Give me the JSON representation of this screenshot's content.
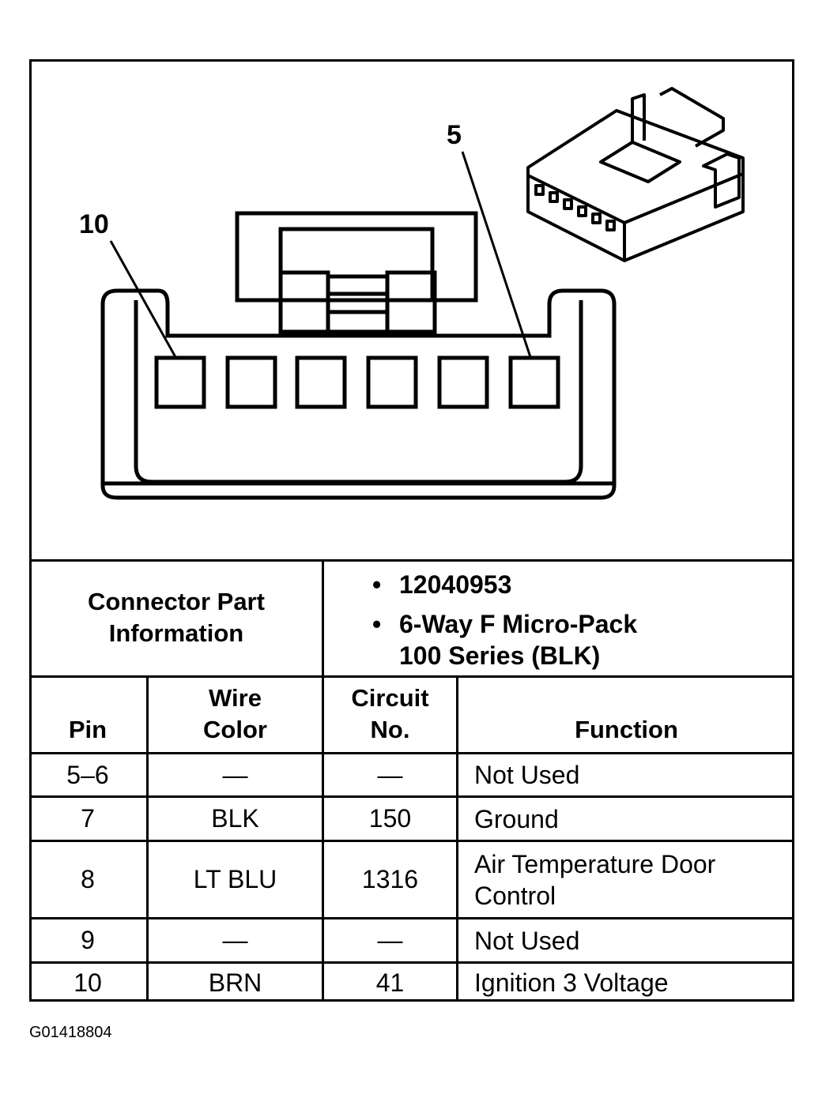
{
  "callouts": {
    "pin_left": "10",
    "pin_right": "5"
  },
  "part_info": {
    "label_line1": "Connector Part",
    "label_line2": "Information",
    "items": [
      "12040953",
      "6-Way F Micro-Pack",
      "100 Series (BLK)"
    ]
  },
  "table": {
    "headers": {
      "pin": "Pin",
      "wire_color_1": "Wire",
      "wire_color_2": "Color",
      "circuit_1": "Circuit",
      "circuit_2": "No.",
      "function": "Function"
    },
    "rows": [
      {
        "pin": "5–6",
        "wire": "—",
        "circuit": "—",
        "function": "Not Used"
      },
      {
        "pin": "7",
        "wire": "BLK",
        "circuit": "150",
        "function": "Ground"
      },
      {
        "pin": "8",
        "wire": "LT BLU",
        "circuit": "1316",
        "function_1": "Air Temperature Door",
        "function_2": "Control"
      },
      {
        "pin": "9",
        "wire": "—",
        "circuit": "—",
        "function": "Not Used"
      },
      {
        "pin": "10",
        "wire": "BRN",
        "circuit": "41",
        "function": "Ignition 3 Voltage"
      }
    ]
  },
  "figure_id": "G01418804"
}
